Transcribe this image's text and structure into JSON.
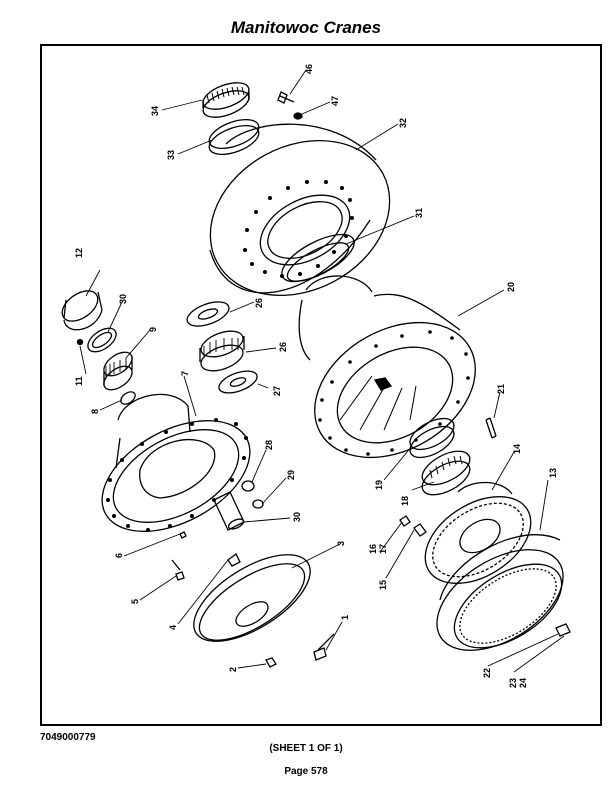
{
  "header": {
    "title": "Manitowoc Cranes"
  },
  "figure_id": "7049000779",
  "sheet_label": "(SHEET 1 OF 1)",
  "page_label": "Page 578",
  "callouts": {
    "c1": "1",
    "c2": "2",
    "c3": "3",
    "c4": "4",
    "c5": "5",
    "c6": "6",
    "c7": "7",
    "c8": "8",
    "c9": "9",
    "c11": "11",
    "c12": "12",
    "c13": "13",
    "c14": "14",
    "c15": "15",
    "c16": "16",
    "c17": "17",
    "c18": "18",
    "c19": "19",
    "c20": "20",
    "c21": "21",
    "c22": "22",
    "c23": "23",
    "c24": "24",
    "c26a": "26",
    "c26b": "26",
    "c27": "27",
    "c28": "28",
    "c29": "29",
    "c30a": "30",
    "c30b": "30",
    "c31": "31",
    "c32": "32",
    "c33": "33",
    "c34": "34",
    "c46": "46",
    "c47": "47"
  }
}
